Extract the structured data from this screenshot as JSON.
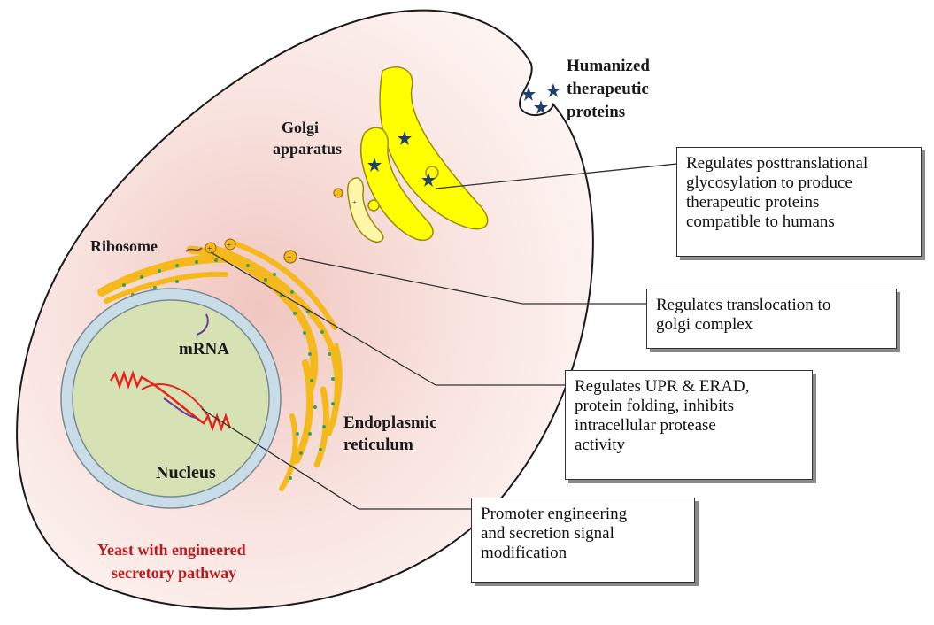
{
  "labels": {
    "humanized": [
      "Humanized",
      "therapeutic",
      "proteins"
    ],
    "golgi": [
      "Golgi",
      "apparatus"
    ],
    "ribosome": "Ribosome",
    "mrna": "mRNA",
    "nucleus": "Nucleus",
    "er": [
      "Endoplasmic",
      "reticulum"
    ],
    "yeast": [
      "Yeast with engineered",
      "secretory pathway"
    ]
  },
  "callouts": {
    "glycosylation": [
      "Regulates posttranslational",
      "glycosylation to produce",
      "therapeutic proteins",
      "compatible to humans"
    ],
    "translocation": [
      "Regulates translocation to",
      "golgi complex"
    ],
    "upr": [
      "Regulates UPR & ERAD,",
      "protein folding, inhibits",
      "intracellular protease",
      "activity"
    ],
    "promoter": [
      "Promoter engineering",
      "and secretion signal",
      "modification"
    ]
  },
  "colors": {
    "cell_fill": "#fbecea",
    "golgi": "#ffff00",
    "er": "#f5b91c",
    "er_dots": "#3aa05a",
    "nucleus": "#d6e2b4",
    "nuclear_envelope": "#c9dde8",
    "dna": "#e8231c",
    "mrna": "#6a3a9a",
    "stars": "#1f3f6e",
    "yeast_text": "#c0171b"
  }
}
